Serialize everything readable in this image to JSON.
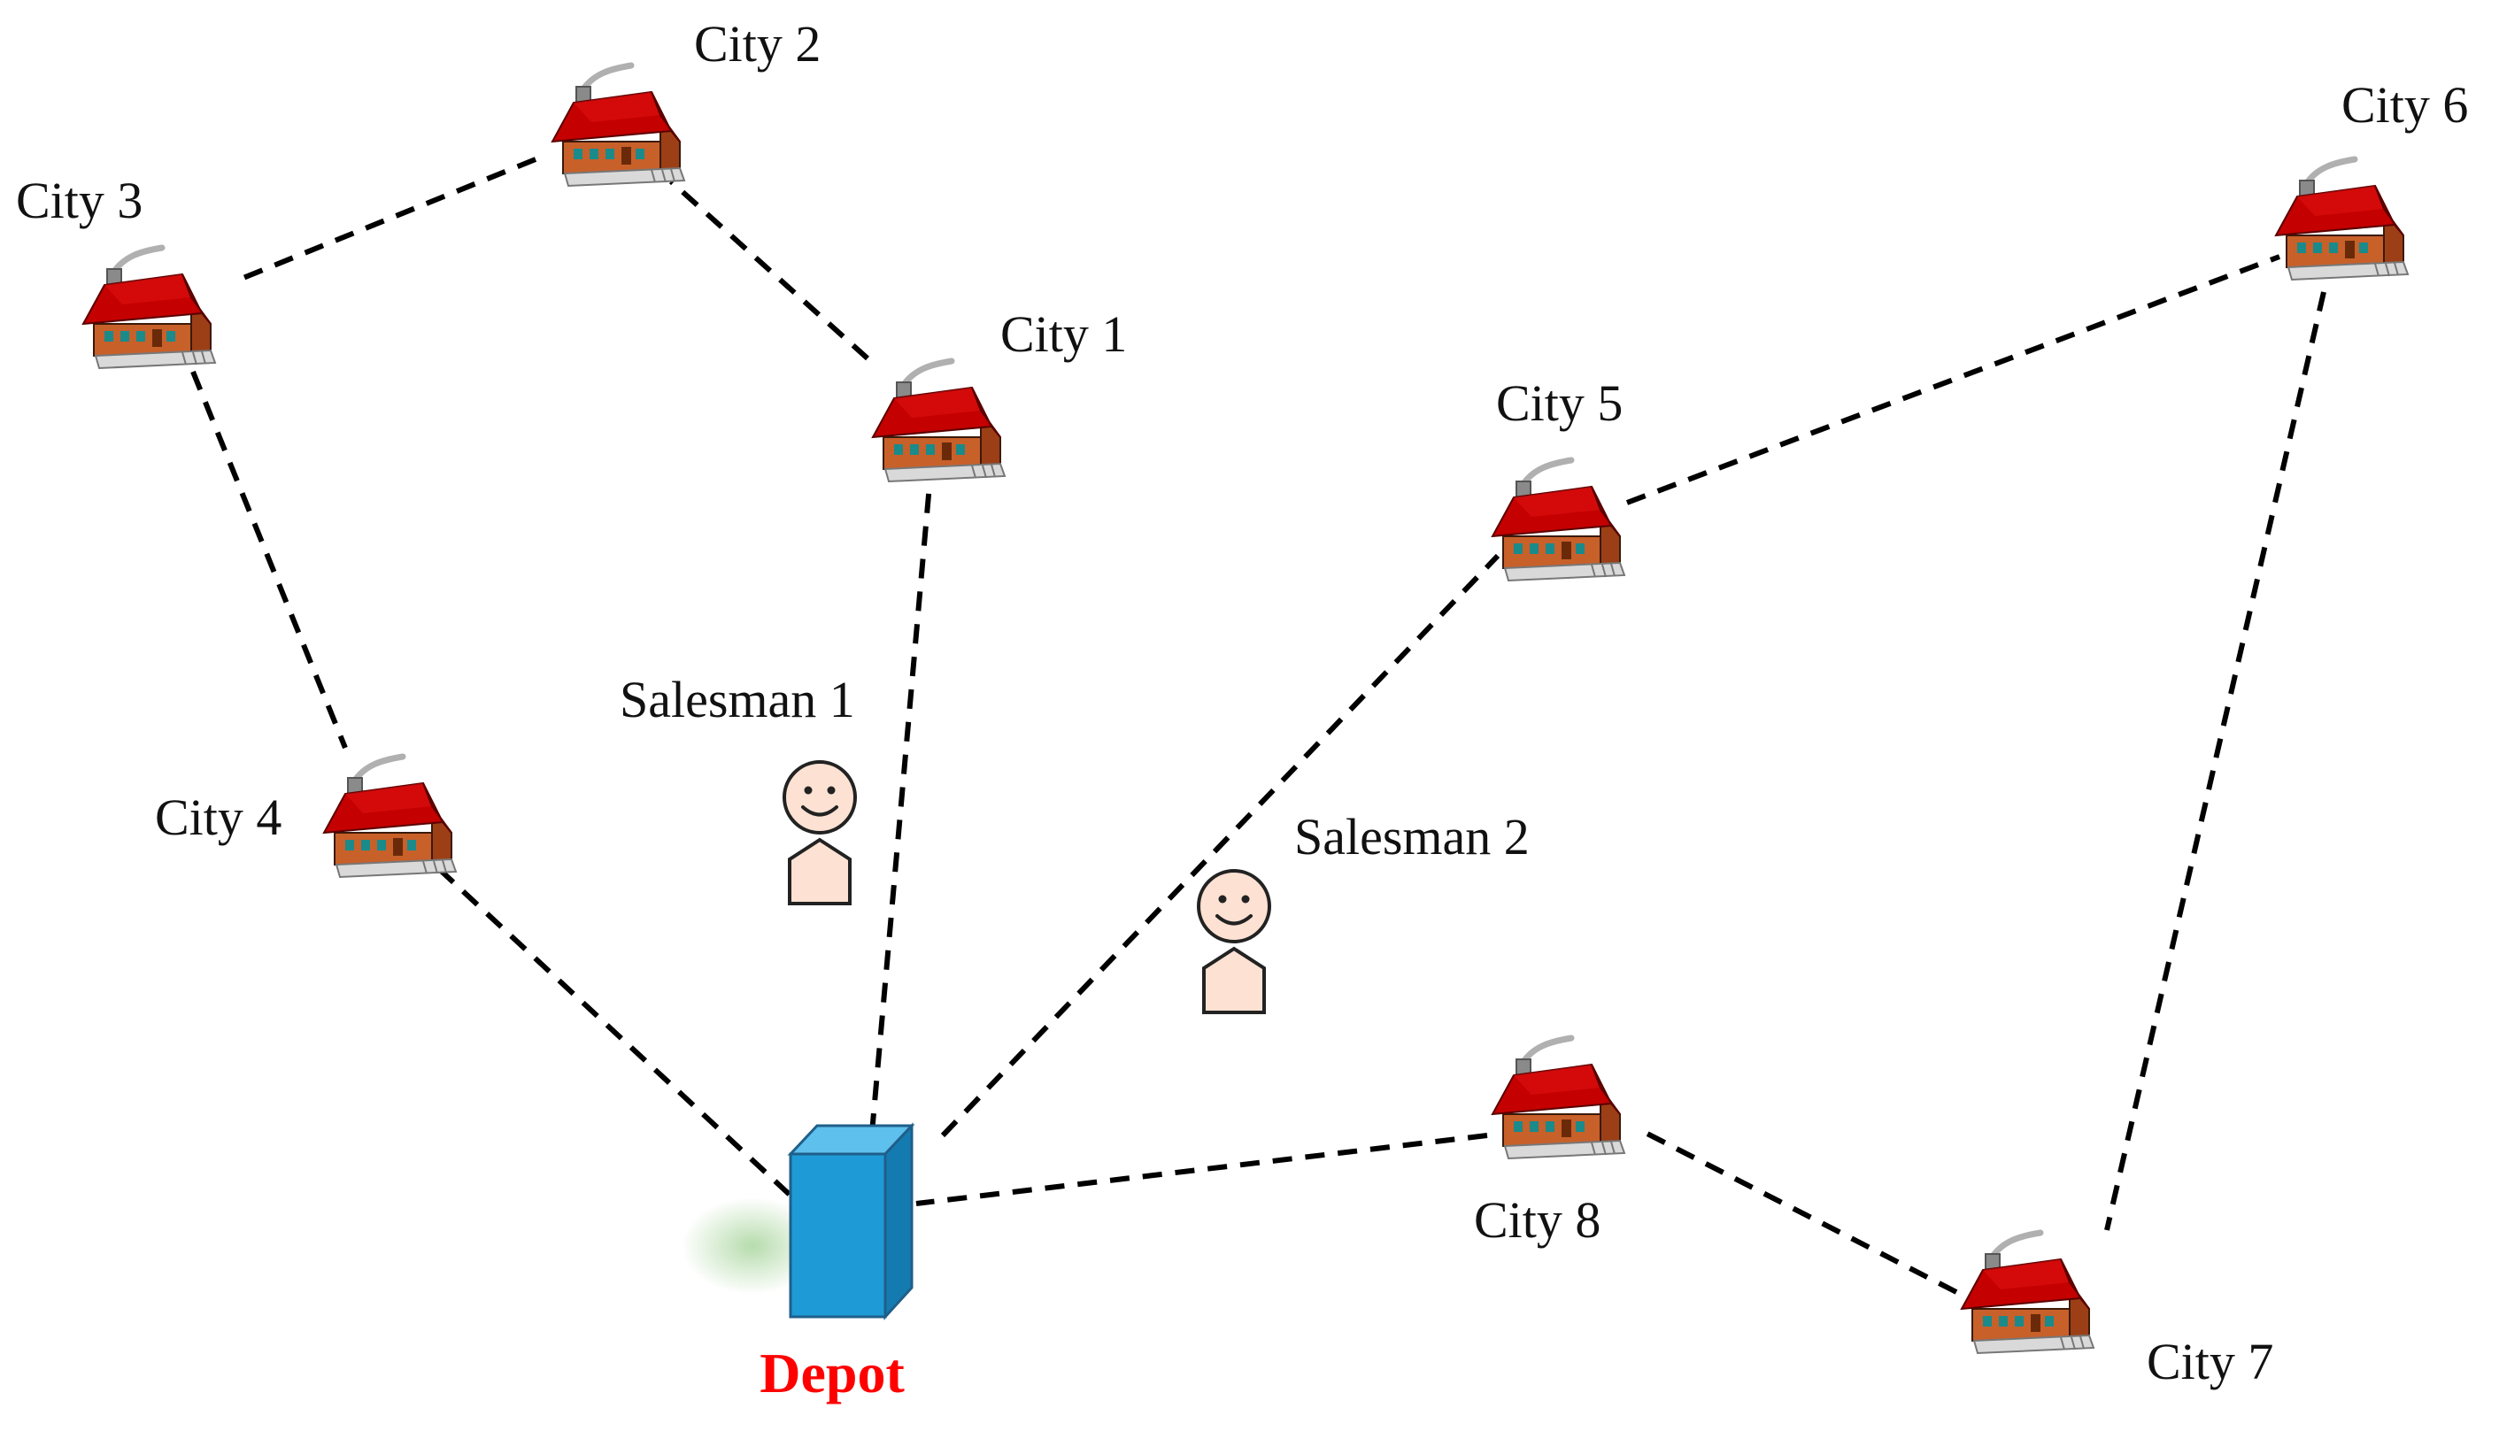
{
  "cities": [
    {
      "id": "city-1",
      "label": "City 1"
    },
    {
      "id": "city-2",
      "label": "City 2"
    },
    {
      "id": "city-3",
      "label": "City 3"
    },
    {
      "id": "city-4",
      "label": "City 4"
    },
    {
      "id": "city-5",
      "label": "City 5"
    },
    {
      "id": "city-6",
      "label": "City 6"
    },
    {
      "id": "city-7",
      "label": "City 7"
    },
    {
      "id": "city-8",
      "label": "City 8"
    }
  ],
  "depot": {
    "label": "Depot",
    "label_color": "#ff0000",
    "color": "#1e9bd7"
  },
  "salesmen": [
    {
      "id": "salesman-1",
      "label": "Salesman 1"
    },
    {
      "id": "salesman-2",
      "label": "Salesman 2"
    }
  ],
  "routes": [
    {
      "salesman": "salesman-1",
      "path": [
        "depot",
        "city-1",
        "city-2",
        "city-3",
        "city-4",
        "depot"
      ]
    },
    {
      "salesman": "salesman-2",
      "path": [
        "depot",
        "city-5",
        "city-6",
        "city-7",
        "city-8",
        "depot"
      ]
    }
  ],
  "colors": {
    "roof": "#c40000",
    "wall": "#c8602a",
    "person_fill": "#fde1d2",
    "route": "#000000"
  }
}
